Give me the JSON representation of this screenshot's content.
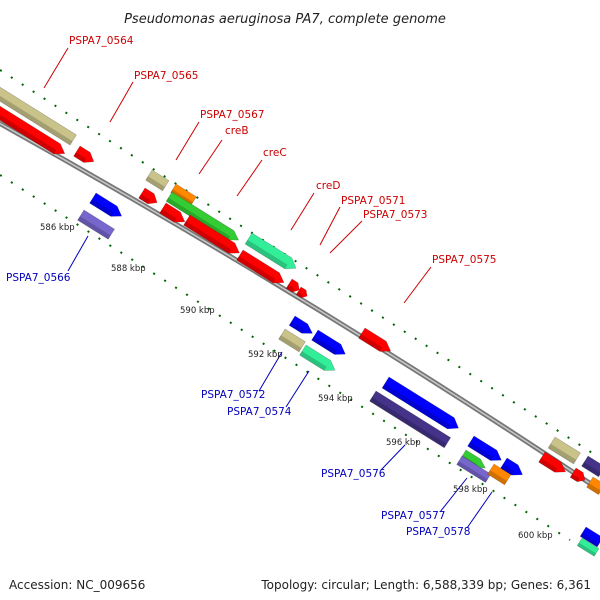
{
  "title": "Pseudomonas aeruginosa PA7, complete genome",
  "accession": "Accession: NC_009656",
  "summary": "Topology: circular; Length: 6,588,339 bp; Genes: 6,361",
  "kbp_labels": [
    "586 kbp",
    "588 kbp",
    "590 kbp",
    "592 kbp",
    "594 kbp",
    "596 kbp",
    "598 kbp",
    "600 kbp"
  ],
  "genes_forward": [
    {
      "label": "PSPA7_0564",
      "color": "#cc0000"
    },
    {
      "label": "PSPA7_0565",
      "color": "#cc0000"
    },
    {
      "label": "PSPA7_0567",
      "color": "#cc0000"
    },
    {
      "label": "creB",
      "color": "#cc0000"
    },
    {
      "label": "creC",
      "color": "#cc0000"
    },
    {
      "label": "creD",
      "color": "#cc0000"
    },
    {
      "label": "PSPA7_0571",
      "color": "#cc0000"
    },
    {
      "label": "PSPA7_0573",
      "color": "#cc0000"
    },
    {
      "label": "PSPA7_0575",
      "color": "#cc0000"
    }
  ],
  "genes_reverse": [
    {
      "label": "PSPA7_0566",
      "color": "#0000bb"
    },
    {
      "label": "PSPA7_0572",
      "color": "#0000bb"
    },
    {
      "label": "PSPA7_0574",
      "color": "#0000bb"
    },
    {
      "label": "PSPA7_0576",
      "color": "#0000bb"
    },
    {
      "label": "PSPA7_0577",
      "color": "#0000bb"
    },
    {
      "label": "PSPA7_0578",
      "color": "#0000bb"
    }
  ],
  "colors": {
    "forward_cds": "#ff0000",
    "reverse_cds": "#0000ff",
    "gene_khaki": "#c9c38a",
    "gene_green": "#33cc33",
    "gene_aqua": "#33ee99",
    "gene_orange": "#ff8800",
    "gene_purple": "#7766cc",
    "gene_darkpurple": "#443388",
    "backbone": "#888888",
    "gc_dots": "#006600"
  }
}
